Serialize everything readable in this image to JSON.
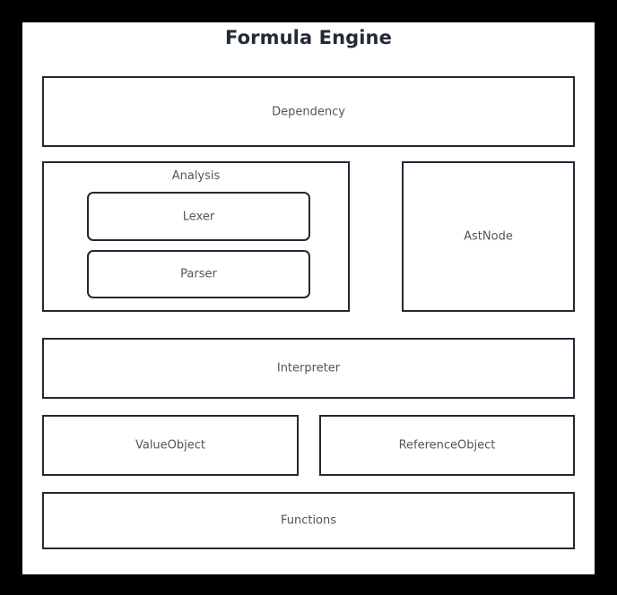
{
  "diagram": {
    "title": "Formula Engine",
    "background_color": "#000000",
    "panel_color": "#ffffff",
    "border_color": "#212934",
    "label_color": "#555555",
    "title_color": "#222b36",
    "nodes": {
      "dependency": {
        "label": "Dependency"
      },
      "analysis": {
        "label": "Analysis"
      },
      "lexer": {
        "label": "Lexer"
      },
      "parser": {
        "label": "Parser"
      },
      "astnode": {
        "label": "AstNode"
      },
      "interpreter": {
        "label": "Interpreter"
      },
      "valueobject": {
        "label": "ValueObject"
      },
      "referenceobject": {
        "label": "ReferenceObject"
      },
      "functions": {
        "label": "Functions"
      }
    }
  }
}
